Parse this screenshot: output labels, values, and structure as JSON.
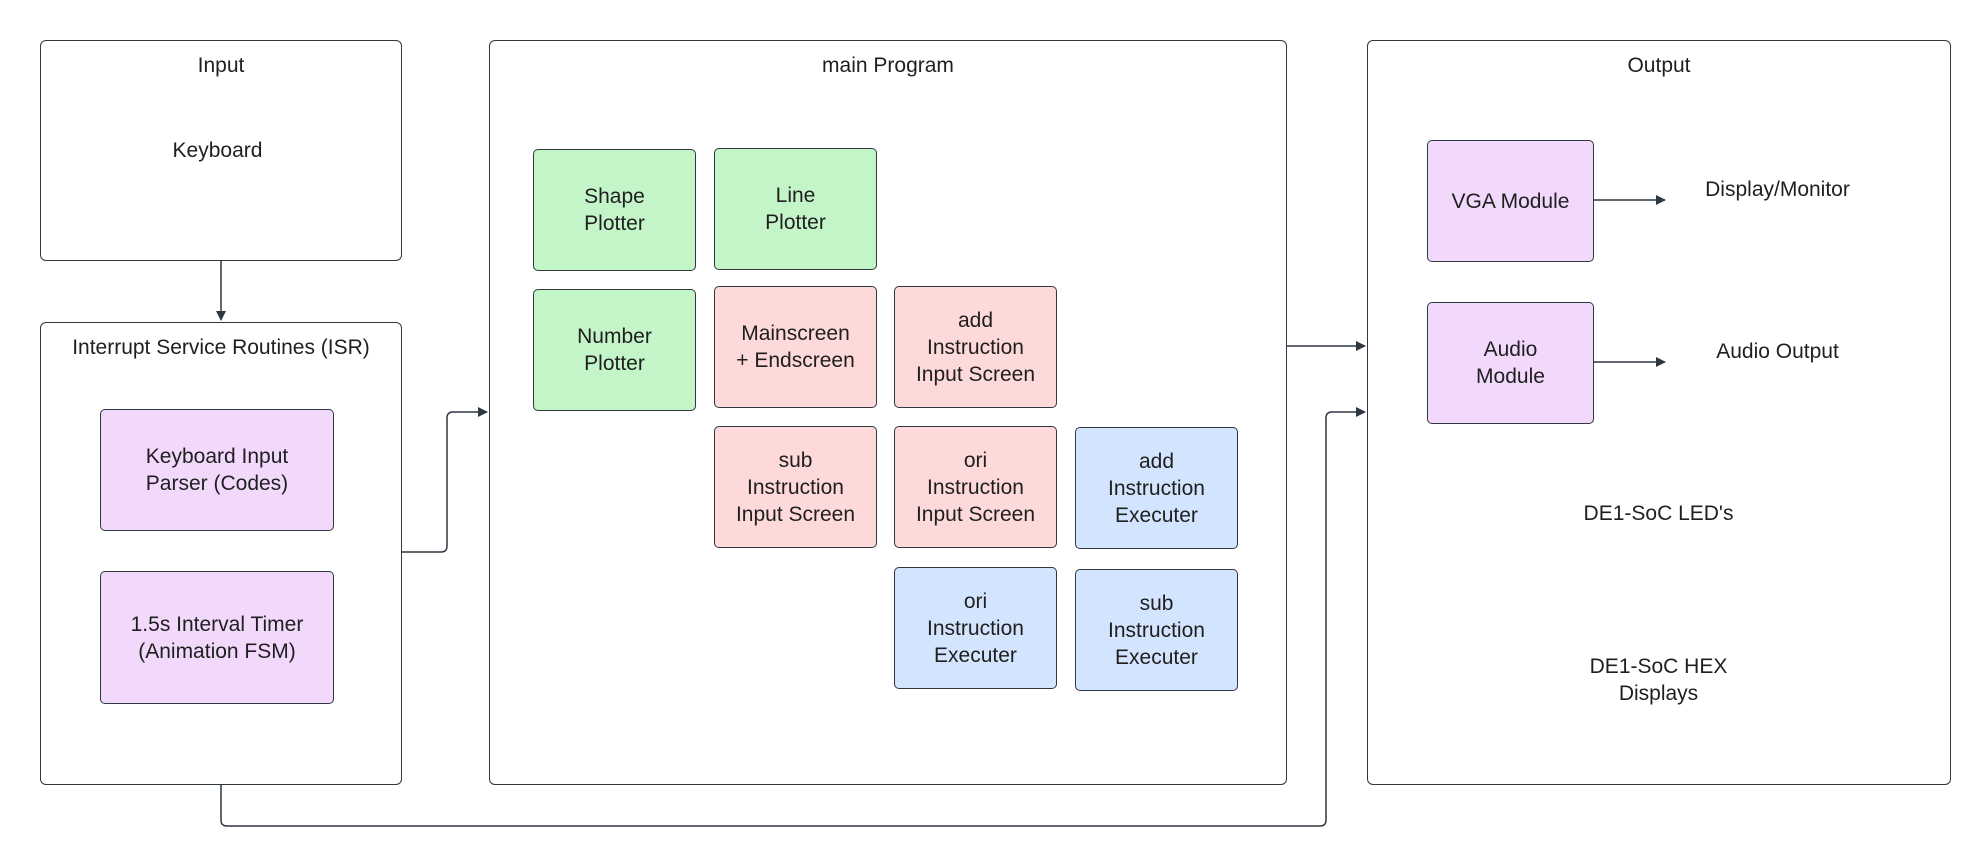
{
  "colors": {
    "purple": "#f2d9fb",
    "green": "#c3f5c8",
    "red": "#fdd9da",
    "blue": "#d3e5fe",
    "stroke": "#2f3740"
  },
  "containers": {
    "input": {
      "title": "Input"
    },
    "isr": {
      "title": "Interrupt Service Routines (ISR)"
    },
    "main": {
      "title": "main Program"
    },
    "output": {
      "title": "Output"
    }
  },
  "input": {
    "keyboard": {
      "label": "Keyboard",
      "shape": "document"
    }
  },
  "isr": {
    "keyboard_parser": {
      "label": "Keyboard Input\nParser (Codes)"
    },
    "interval_timer": {
      "label": "1.5s Interval Timer\n(Animation FSM)"
    }
  },
  "main": {
    "shape_plotter": {
      "label": "Shape\nPlotter"
    },
    "line_plotter": {
      "label": "Line\nPlotter"
    },
    "number_plotter": {
      "label": "Number\nPlotter"
    },
    "mainscreen": {
      "label": "Mainscreen\n+ Endscreen"
    },
    "add_input_screen": {
      "label": "add\nInstruction\nInput Screen"
    },
    "sub_input_screen": {
      "label": "sub\nInstruction\nInput Screen"
    },
    "ori_input_screen": {
      "label": "ori\nInstruction\nInput Screen"
    },
    "add_executer": {
      "label": "add\nInstruction\nExecuter"
    },
    "ori_executer": {
      "label": "ori\nInstruction\nExecuter"
    },
    "sub_executer": {
      "label": "sub\nInstruction\nExecuter"
    }
  },
  "output": {
    "vga_module": {
      "label": "VGA Module"
    },
    "display_monitor": {
      "label": "Display/Monitor",
      "shape": "document"
    },
    "audio_module": {
      "label": "Audio\nModule"
    },
    "audio_output": {
      "label": "Audio Output",
      "shape": "document"
    },
    "de1_leds": {
      "label": "DE1-SoC LED's",
      "shape": "document"
    },
    "de1_hex": {
      "label": "DE1-SoC HEX\nDisplays",
      "shape": "document"
    }
  }
}
